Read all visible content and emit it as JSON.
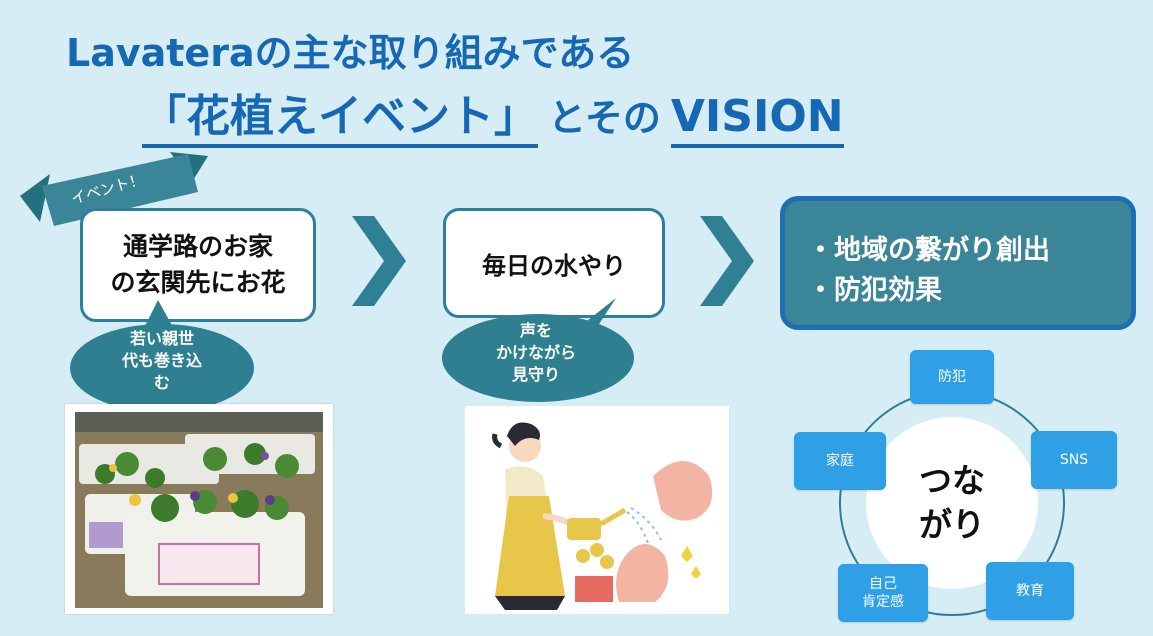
{
  "title": {
    "line1": "Lavateraの主な取り組みである",
    "line2_part1": "「花植えイベント」",
    "line2_part2": "とその",
    "line2_part3": "VISION"
  },
  "ribbon": {
    "label": "イベント！"
  },
  "flow": {
    "step1": {
      "line1": "通学路のお家",
      "line2": "の玄関先にお花"
    },
    "step2": {
      "label": "毎日の水やり"
    },
    "vision": {
      "item1": "・地域の繋がり創出",
      "item2": "・防犯効果"
    }
  },
  "bubbles": {
    "bubble1": {
      "line1": "若い親世",
      "line2": "代も巻き込",
      "line3": "む"
    },
    "bubble2": {
      "line1": "声を",
      "line2": "かけながら",
      "line3": "見守り"
    }
  },
  "diagram": {
    "center_line1": "つな",
    "center_line2": "がり",
    "nodes": {
      "top": "防犯",
      "right": "SNS",
      "bottom_right": "教育",
      "bottom_left_line1": "自己",
      "bottom_left_line2": "肯定感",
      "left": "家庭"
    }
  },
  "colors": {
    "background": "#d6edf5",
    "title": "#1668b4",
    "teal": "#3a8597",
    "node_blue": "#2f9fe6"
  }
}
